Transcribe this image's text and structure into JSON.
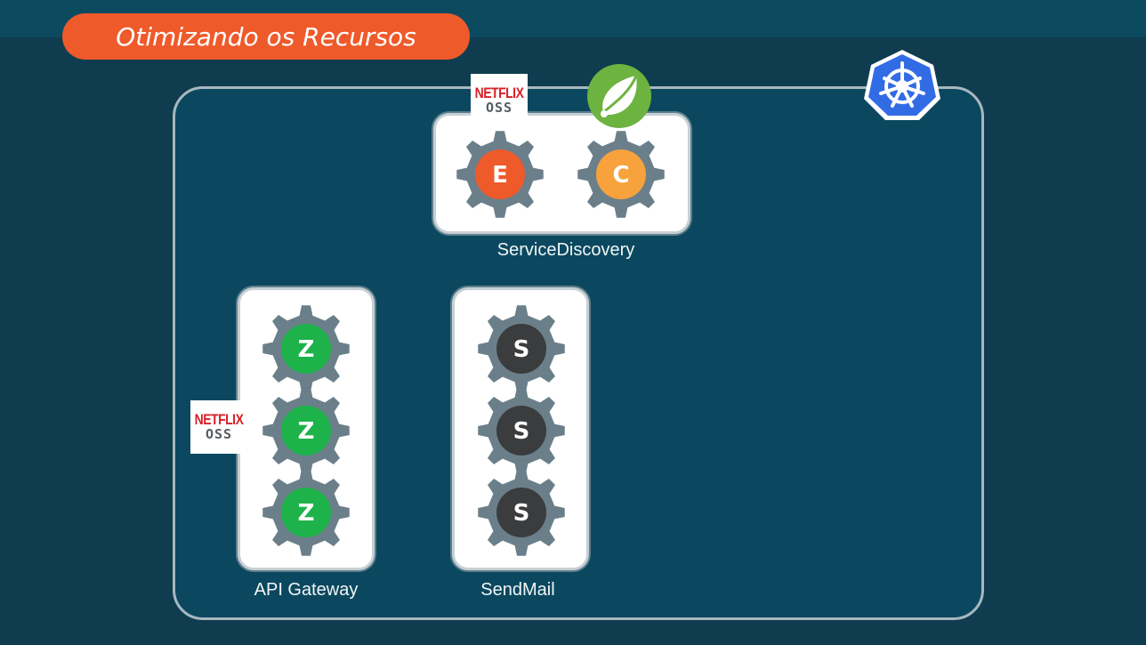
{
  "title": "Otimizando os Recursos",
  "colors": {
    "background": "#0f3d4f",
    "title_pill": "#ef5a2b",
    "gear": "#6b7f8a",
    "eureka": "#ef5a2b",
    "config": "#f7a23c",
    "zuul": "#1db34a",
    "sendmail": "#3a3c3e",
    "kubernetes": "#326ce5",
    "spring": "#6db33f"
  },
  "icons": {
    "cluster": "kubernetes-icon",
    "config_logo": "spring-leaf-icon",
    "gear": "gear-icon"
  },
  "groups": {
    "service_discovery": {
      "label": "ServiceDiscovery",
      "badge": {
        "brand": "NETFLIX",
        "sub": "OSS"
      },
      "services": [
        {
          "letter": "E",
          "color": "#ef5a2b"
        },
        {
          "letter": "C",
          "color": "#f7a23c"
        }
      ]
    },
    "api_gateway": {
      "label": "API Gateway",
      "badge": {
        "brand": "NETFLIX",
        "sub": "OSS"
      },
      "services": [
        {
          "letter": "Z",
          "color": "#1db34a"
        },
        {
          "letter": "Z",
          "color": "#1db34a"
        },
        {
          "letter": "Z",
          "color": "#1db34a"
        }
      ]
    },
    "sendmail": {
      "label": "SendMail",
      "services": [
        {
          "letter": "S",
          "color": "#3a3c3e"
        },
        {
          "letter": "S",
          "color": "#3a3c3e"
        },
        {
          "letter": "S",
          "color": "#3a3c3e"
        }
      ]
    }
  }
}
